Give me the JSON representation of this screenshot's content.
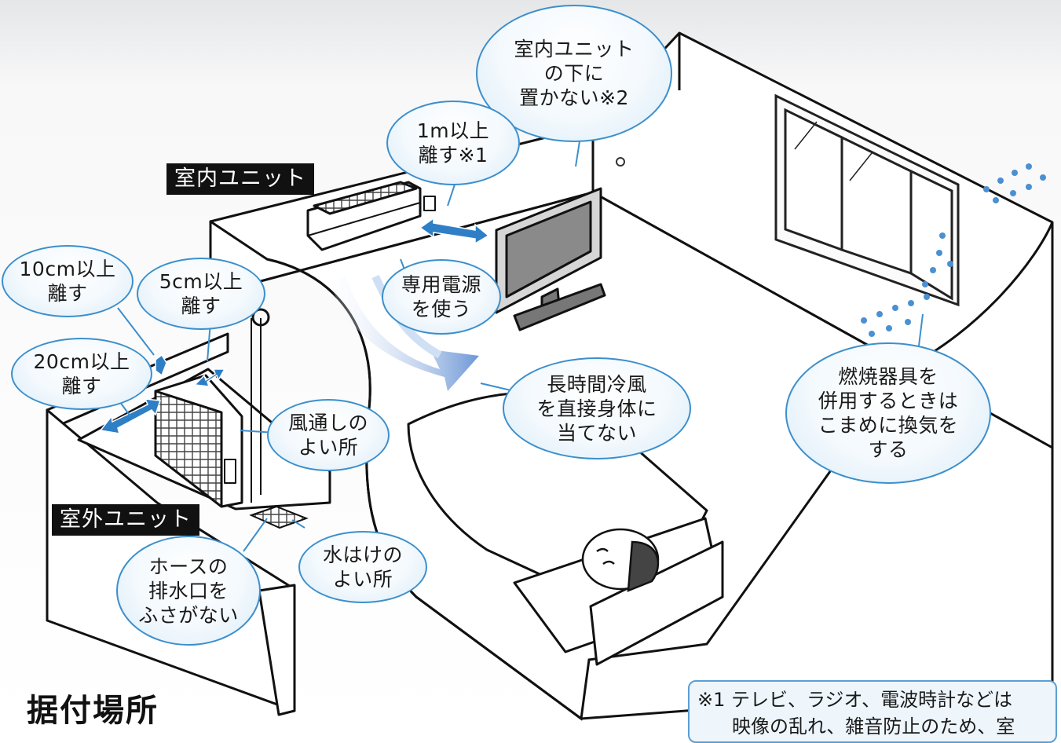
{
  "labels": {
    "indoor_unit": "室内ユニット",
    "outdoor_unit": "室外ユニット"
  },
  "bubbles": {
    "under_indoor": "室内ユニット\nの下に\n置かない※2",
    "one_meter": "1m以上\n離す※1",
    "ten_cm": "10cm以上\n離す",
    "five_cm": "5cm以上\n離す",
    "twenty_cm": "20cm以上\n離す",
    "power": "専用電源\nを使う",
    "ventilated": "風通しの\nよい所",
    "cold_air": "長時間冷風\nを直接身体に\n当てない",
    "combustion": "燃焼器具を\n併用するときは\nこまめに換気を\nする",
    "drain_hose": "ホースの\n排水口を\nふさがない",
    "drainage": "水はけの\nよい所"
  },
  "note": {
    "line1": "※1 テレビ、ラジオ、電波時計などは",
    "line2": "映像の乱れ、雑音防止のため、室"
  },
  "heading": "据付場所",
  "colors": {
    "bubble_border": "#3c8fcc",
    "arrow_blue": "#2f7fc6",
    "tag_bg": "#111111"
  }
}
